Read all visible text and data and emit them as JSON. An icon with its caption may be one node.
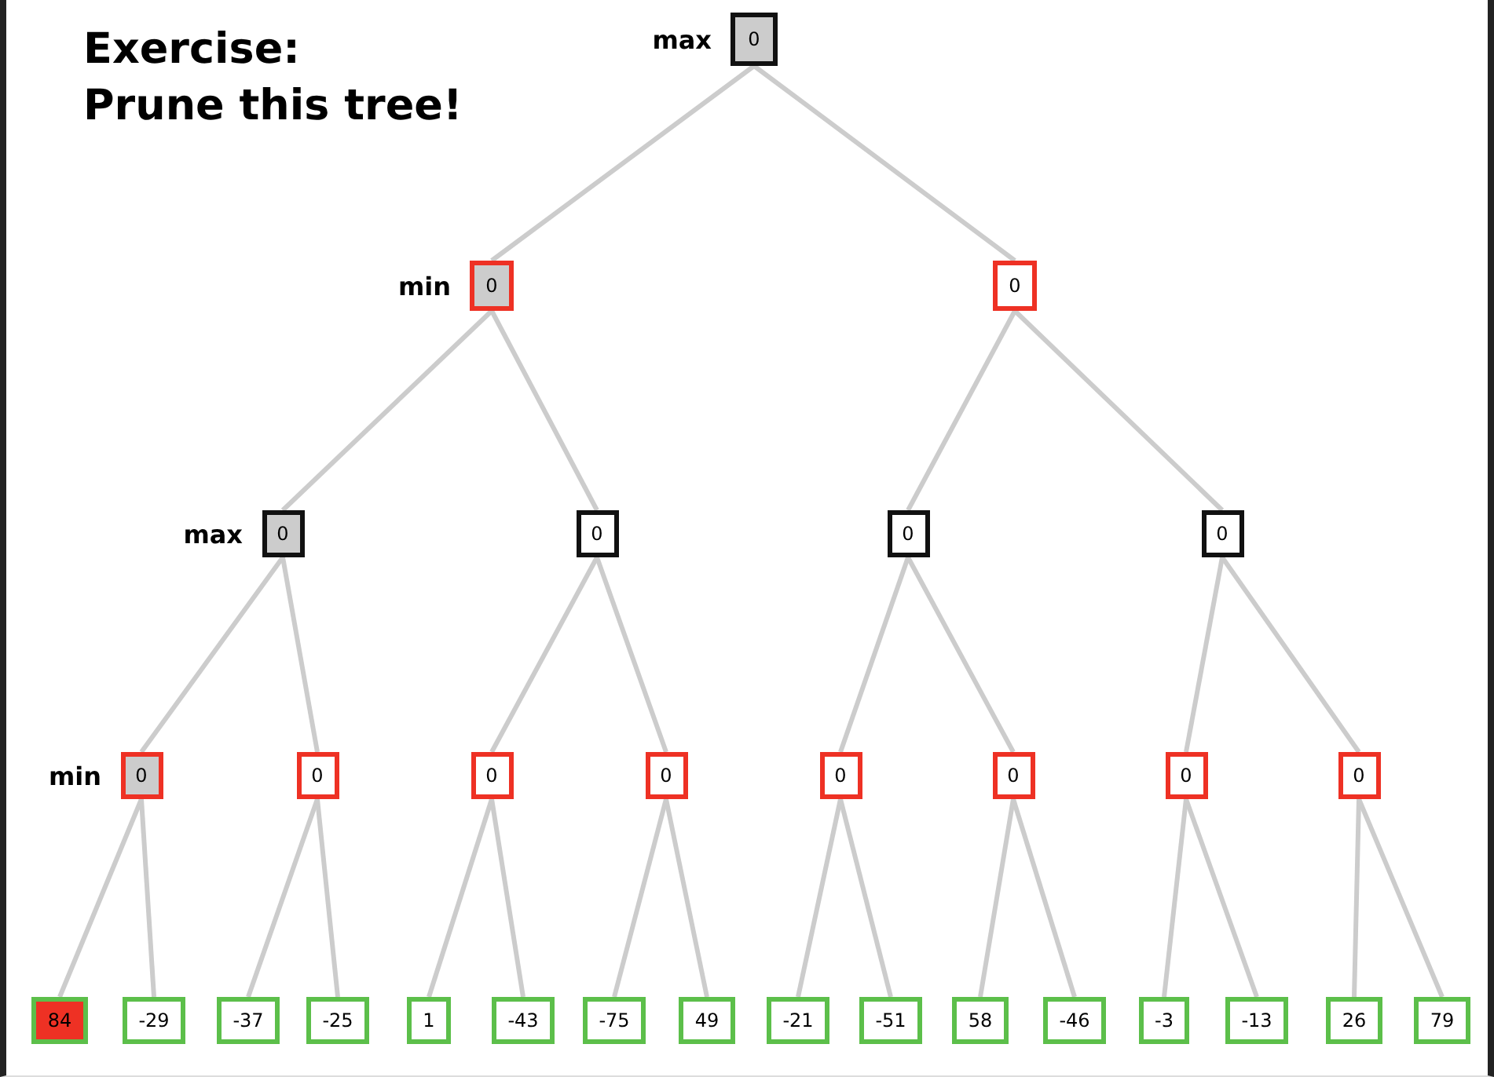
{
  "diagram": {
    "title": "Exercise: Prune this tree!",
    "nodes": [
      {
        "text": [
          "0"
        ],
        "beside": [
          "max"
        ]
      },
      {
        "text": [
          "0"
        ],
        "beside": [
          "min"
        ]
      },
      {
        "text": [
          "0"
        ]
      },
      {
        "text": [
          "0"
        ],
        "beside": [
          "max"
        ]
      },
      {
        "text": [
          "0"
        ]
      },
      {
        "text": [
          "0"
        ]
      },
      {
        "text": [
          "0"
        ]
      },
      {
        "text": [
          "0"
        ],
        "beside": [
          "min"
        ]
      },
      {
        "text": [
          "0"
        ]
      },
      {
        "text": [
          "0"
        ]
      },
      {
        "text": [
          "0"
        ]
      },
      {
        "text": [
          "0"
        ]
      },
      {
        "text": [
          "0"
        ]
      },
      {
        "text": [
          "0"
        ]
      },
      {
        "text": [
          "0"
        ]
      },
      {
        "text": [
          "84"
        ]
      },
      {
        "text": [
          "-29"
        ]
      },
      {
        "text": [
          "-37"
        ]
      },
      {
        "text": [
          "-25"
        ]
      },
      {
        "text": [
          "1"
        ]
      },
      {
        "text": [
          "-43"
        ]
      },
      {
        "text": [
          "-75"
        ]
      },
      {
        "text": [
          "49"
        ]
      },
      {
        "text": [
          "-21"
        ]
      },
      {
        "text": [
          "-51"
        ]
      },
      {
        "text": [
          "58"
        ]
      },
      {
        "text": [
          "-46"
        ]
      },
      {
        "text": [
          "-3"
        ]
      },
      {
        "text": [
          "-13"
        ]
      },
      {
        "text": [
          "26"
        ]
      },
      {
        "text": [
          "79"
        ]
      }
    ],
    "edges": [
      {
        "from": 0,
        "to": 1,
        "arrow": "none"
      },
      {
        "from": 0,
        "to": 2,
        "arrow": "none"
      },
      {
        "from": 1,
        "to": 3,
        "arrow": "none"
      },
      {
        "from": 1,
        "to": 4,
        "arrow": "none"
      },
      {
        "from": 2,
        "to": 5,
        "arrow": "none"
      },
      {
        "from": 2,
        "to": 6,
        "arrow": "none"
      },
      {
        "from": 3,
        "to": 7,
        "arrow": "none"
      },
      {
        "from": 3,
        "to": 8,
        "arrow": "none"
      },
      {
        "from": 4,
        "to": 9,
        "arrow": "none"
      },
      {
        "from": 4,
        "to": 10,
        "arrow": "none"
      },
      {
        "from": 5,
        "to": 11,
        "arrow": "none"
      },
      {
        "from": 5,
        "to": 12,
        "arrow": "none"
      },
      {
        "from": 6,
        "to": 13,
        "arrow": "none"
      },
      {
        "from": 6,
        "to": 14,
        "arrow": "none"
      },
      {
        "from": 7,
        "to": 15,
        "arrow": "none"
      },
      {
        "from": 7,
        "to": 16,
        "arrow": "none"
      },
      {
        "from": 8,
        "to": 17,
        "arrow": "none"
      },
      {
        "from": 8,
        "to": 18,
        "arrow": "none"
      },
      {
        "from": 9,
        "to": 19,
        "arrow": "none"
      },
      {
        "from": 9,
        "to": 20,
        "arrow": "none"
      },
      {
        "from": 10,
        "to": 21,
        "arrow": "none"
      },
      {
        "from": 10,
        "to": 22,
        "arrow": "none"
      },
      {
        "from": 11,
        "to": 23,
        "arrow": "none"
      },
      {
        "from": 11,
        "to": 24,
        "arrow": "none"
      },
      {
        "from": 12,
        "to": 25,
        "arrow": "none"
      },
      {
        "from": 12,
        "to": 26,
        "arrow": "none"
      },
      {
        "from": 13,
        "to": 27,
        "arrow": "none"
      },
      {
        "from": 13,
        "to": 28,
        "arrow": "none"
      },
      {
        "from": 14,
        "to": 29,
        "arrow": "none"
      },
      {
        "from": 14,
        "to": 30,
        "arrow": "none"
      }
    ]
  }
}
